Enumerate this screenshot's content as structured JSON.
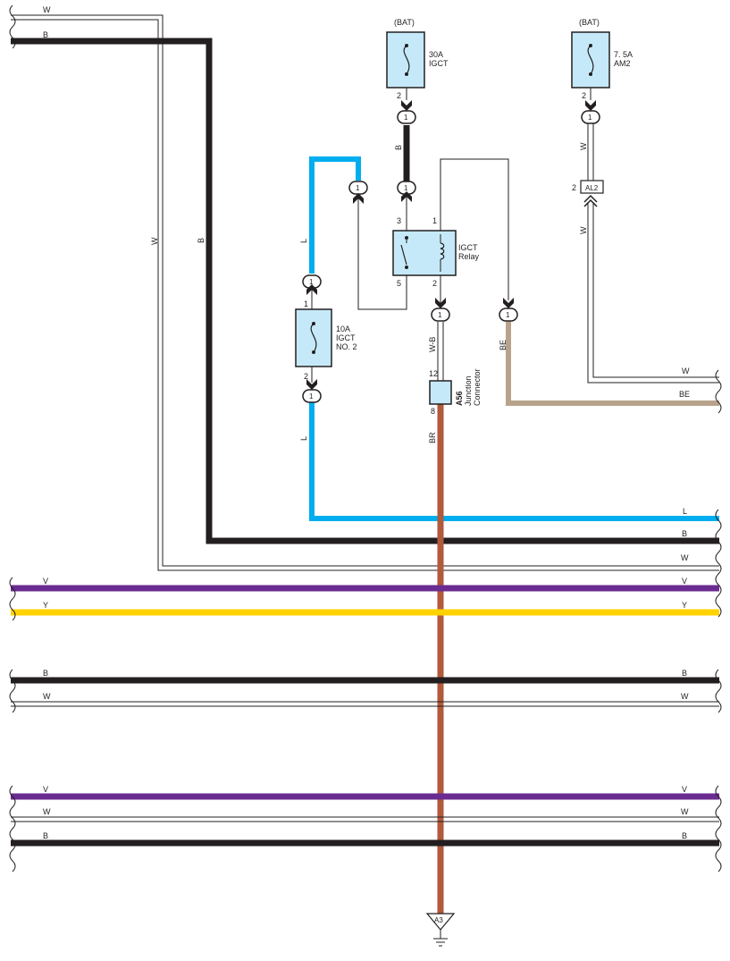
{
  "colors": {
    "black": "#231f20",
    "white_wire": "#ffffff",
    "blue": "#00aeef",
    "brown": "#b15a3c",
    "beige": "#b7a38c",
    "violet": "#6a2c91",
    "yellow": "#ffd200",
    "component_fill": "#c5e9f8",
    "outline": "#231f20"
  },
  "wire_labels": {
    "w": "W",
    "b": "B",
    "l": "L",
    "v": "V",
    "y": "Y",
    "be": "BE",
    "br": "BR",
    "wb": "W-B"
  },
  "fuse_igct": {
    "source": "(BAT)",
    "rating": "30A",
    "name": "IGCT",
    "pin_out": "2"
  },
  "fuse_am2": {
    "source": "(BAT)",
    "rating": "7. 5A",
    "name": "AM2",
    "pin_out": "2"
  },
  "fuse_igct2": {
    "rating": "10A",
    "name": "IGCT",
    "name2": "NO. 2",
    "pin_in": "1",
    "pin_out": "2"
  },
  "relay": {
    "name": "IGCT",
    "name2": "Relay",
    "pin3": "3",
    "pin1": "1",
    "pin5": "5",
    "pin2": "2"
  },
  "junction": {
    "code": "A56",
    "name": "Junction",
    "name2": "Connector",
    "pin_in": "12",
    "pin_out": "8"
  },
  "connector_pin": "1",
  "al2": {
    "code": "AL2",
    "pin": "2"
  },
  "ground": {
    "code": "A3"
  }
}
